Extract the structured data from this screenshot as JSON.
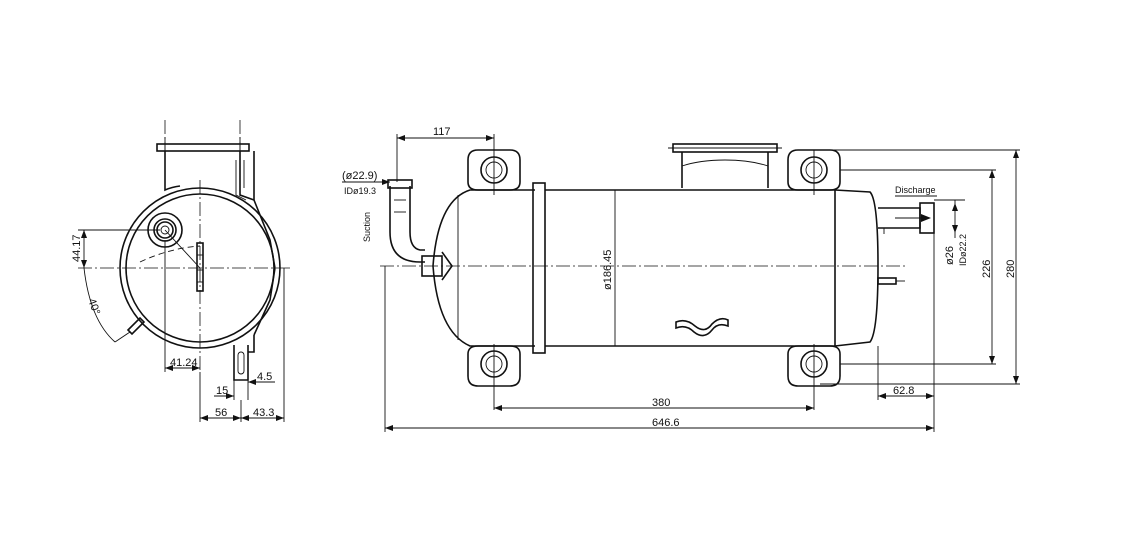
{
  "labels": {
    "dim_117": "117",
    "suction_od": "(ø22.9)",
    "suction_id": "IDø19.3",
    "suction": "Suction",
    "discharge": "Discharge",
    "body_dia": "ø186.45",
    "discharge_od": "ø26",
    "discharge_id": "IDø22.2",
    "dim_226": "226",
    "dim_280": "280",
    "dim_380": "380",
    "dim_62_8": "62.8",
    "dim_646_6": "646.6",
    "dim_44_17": "44.17",
    "angle_40": "40°",
    "dim_41_24": "41.24",
    "dim_15": "15",
    "dim_4_5": "4.5",
    "dim_56": "56",
    "dim_43_3": "43.3"
  }
}
